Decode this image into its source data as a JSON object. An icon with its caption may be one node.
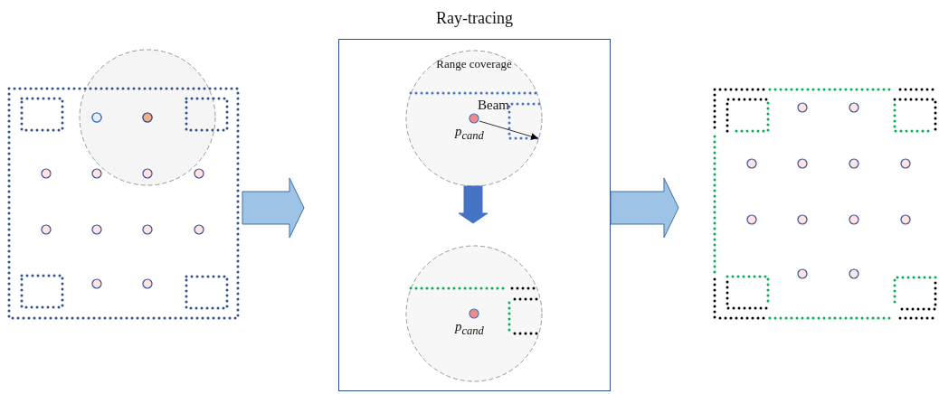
{
  "diagram": {
    "nodes": [
      {
        "text": [],
        "shape": "picture"
      },
      {
        "text": [
          "Ray-tracing"
        ]
      },
      {
        "text": [
          "Range coverage",
          "Beam",
          "p$_{cand}$"
        ],
        "in": 1
      },
      {
        "text": [
          "p$_{cand}$"
        ],
        "in": 1
      },
      {
        "text": [],
        "shape": "picture"
      }
    ],
    "edges": [
      {
        "from": 0,
        "to": 1,
        "arrow": "to"
      },
      {
        "from": 2,
        "to": 3,
        "arrow": "to",
        "color": "#4472c4"
      },
      {
        "from": 1,
        "to": 4,
        "arrow": "to"
      }
    ]
  }
}
